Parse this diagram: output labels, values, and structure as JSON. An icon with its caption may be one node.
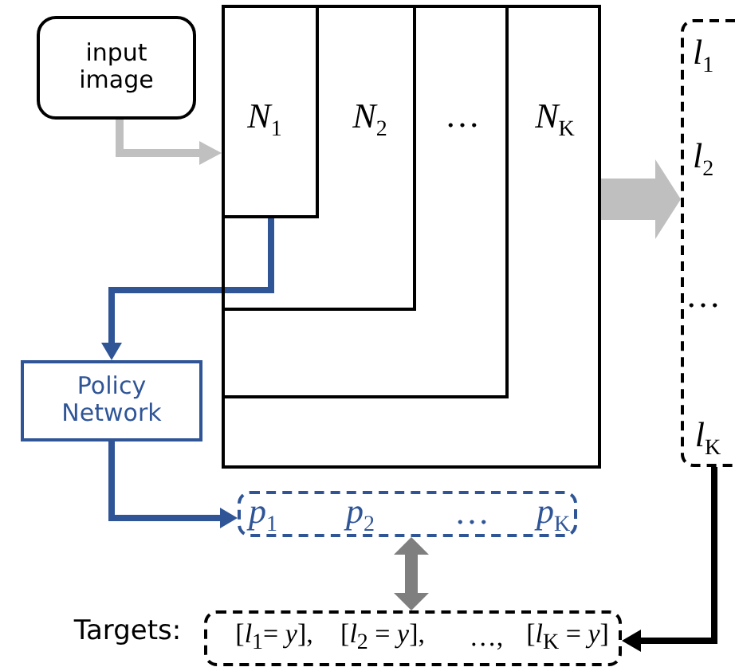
{
  "diagram": {
    "nodes": [
      {
        "text": [
          "input image"
        ]
      },
      {
        "text": [
          "*N*$_{K}$"
        ]
      },
      {
        "text": [
          "…"
        ],
        "in": 1
      },
      {
        "text": [
          "*N*$_{2}$"
        ],
        "in": 2
      },
      {
        "text": [
          "*N*$_{1}$"
        ],
        "in": 3
      },
      {
        "text": [
          "*l*$_{1}$",
          "*l*$_{2}$",
          "…",
          "*l*$_{K}$"
        ]
      },
      {
        "text": [
          "Policy Network"
        ]
      },
      {
        "text": [
          "*p*$_{1}$",
          "*p*$_{2}$",
          "…",
          "*p*$_{K}$"
        ]
      },
      {
        "text": [
          "Targets:",
          "[*l*$_{1}$= *y*],",
          "[*l*$_{2}$ = *y*],",
          "…,",
          "[*l*$_{K}$ = *y*]"
        ]
      }
    ],
    "edges": [
      {
        "from": 0,
        "to": 4,
        "arrow": "to",
        "color": "#c0c0c0"
      },
      {
        "from": 4,
        "to": 6,
        "arrow": "to",
        "color": "#2f5597"
      },
      {
        "from": 6,
        "to": 7,
        "arrow": "to",
        "color": "#2f5597"
      },
      {
        "from": 1,
        "to": 5,
        "arrow": "to",
        "style": "thick",
        "color": "#bfbfbf"
      },
      {
        "from": 7,
        "to": 8,
        "arrow": "both",
        "style": "thick",
        "color": "#7f7f7f"
      },
      {
        "from": 5,
        "to": 8,
        "arrow": "to",
        "color": "#000000"
      }
    ]
  }
}
